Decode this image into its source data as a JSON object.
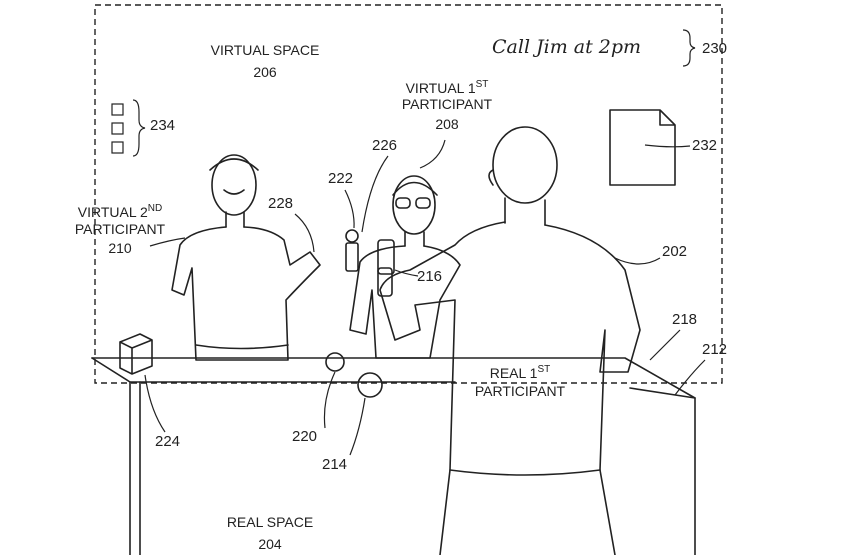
{
  "labels": {
    "virtual_space": "VIRTUAL SPACE",
    "virtual_space_num": "206",
    "virtual_1st_a": "VIRTUAL 1",
    "virtual_1st_sup": "ST",
    "virtual_1st_b": "PARTICIPANT",
    "virtual_1st_num": "208",
    "virtual_2nd_a": "VIRTUAL 2",
    "virtual_2nd_sup": "ND",
    "virtual_2nd_b": "PARTICIPANT",
    "virtual_2nd_num": "210",
    "real_1st_a": "REAL 1",
    "real_1st_sup": "ST",
    "real_1st_b": "PARTICIPANT",
    "real_space": "REAL SPACE",
    "real_space_num": "204"
  },
  "note": "Call Jim at 2pm",
  "refs": {
    "r230": "230",
    "r234": "234",
    "r232": "232",
    "r226": "226",
    "r222": "222",
    "r228": "228",
    "r202": "202",
    "r216": "216",
    "r218": "218",
    "r212": "212",
    "r224": "224",
    "r220": "220",
    "r214": "214"
  }
}
